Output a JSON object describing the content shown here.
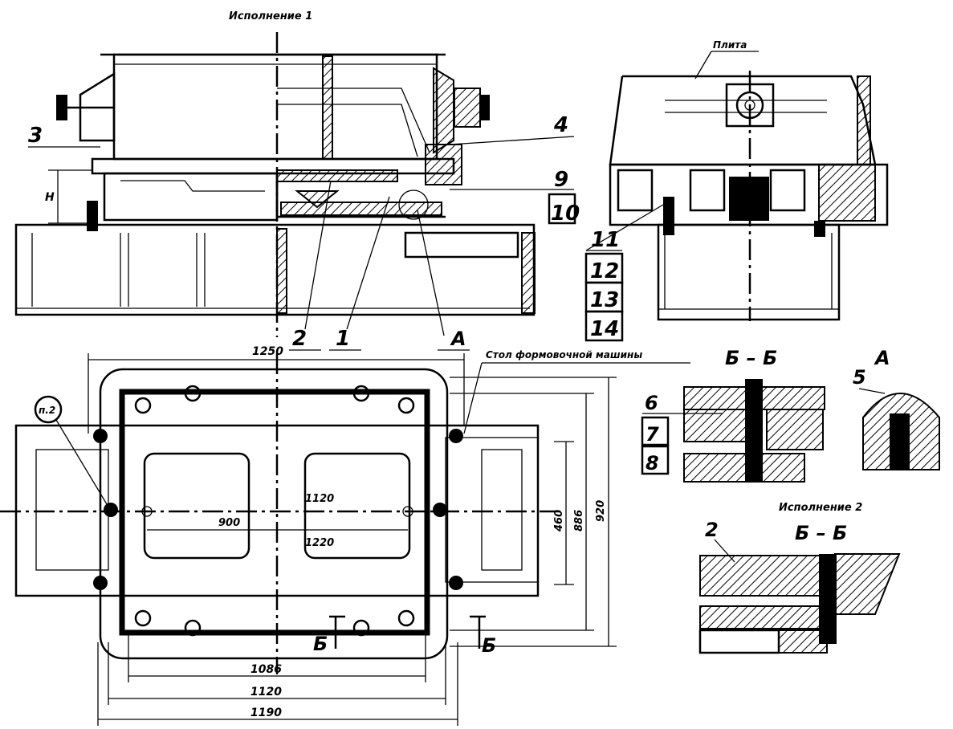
{
  "titles": {
    "version1": "Исполнение 1",
    "version2": "Исполнение 2",
    "plate": "Плита",
    "table": "Стол формовочной машины"
  },
  "callouts": {
    "n1": "1",
    "n2": "2",
    "n3": "3",
    "n4": "4",
    "n5": "5",
    "n6": "6",
    "n7": "7",
    "n8": "8",
    "n9": "9",
    "n10": "10",
    "n11": "11",
    "n12": "12",
    "n13": "13",
    "n14": "14"
  },
  "marks": {
    "detail_a": "А",
    "detail_a_view": "А",
    "section_bb": "Б – Б",
    "section_bb_v2": "Б – Б",
    "cut_b_left": "Б",
    "cut_b_right": "Б",
    "height_h": "Н",
    "ref_p2": "п.2"
  },
  "dimensions": {
    "d1250": "1250",
    "d1120_inner": "1120",
    "d900": "900",
    "d1220": "1220",
    "d460": "460",
    "d886": "886",
    "d920": "920",
    "d1086": "1086",
    "d1120_bottom": "1120",
    "d1190": "1190"
  }
}
